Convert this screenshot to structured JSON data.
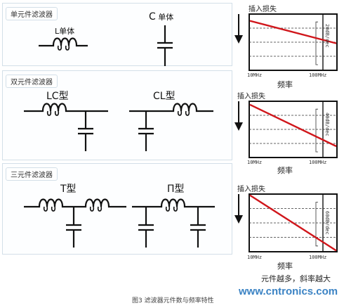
{
  "sections": {
    "single": {
      "title": "单元件滤波器",
      "l_label": "L单体",
      "c_label_letter": "C",
      "c_label_text": "单体"
    },
    "double": {
      "title": "双元件滤波器",
      "lc_label": "LC型",
      "cl_label": "CL型"
    },
    "triple": {
      "title": "三元件滤波器",
      "t_label": "T型",
      "pi_label": "Π型"
    }
  },
  "charts": [
    {
      "ylabel": "插入损失",
      "xlabel": "频率",
      "x_start": "10MHz",
      "x_end": "100MHz",
      "slope": "20dB/dec",
      "line_start": 0.12,
      "line_end": 0.52
    },
    {
      "ylabel": "插入损失",
      "xlabel": "频率",
      "x_start": "10MHz",
      "x_end": "100MHz",
      "slope": "40dB/dec",
      "line_start": 0.06,
      "line_end": 0.8
    },
    {
      "ylabel": "插入损失",
      "xlabel": "频率",
      "x_start": "10MHz",
      "x_end": "100MHz",
      "slope": "60dB/dec",
      "line_start": 0.02,
      "line_end": 0.98
    }
  ],
  "note": "元件越多，斜率越大",
  "caption": "图3  滤波器元件数与频率特性",
  "watermark": "www.cntronics.com",
  "colors": {
    "curve": "#d0161b",
    "panel_border": "#d3dfe8",
    "watermark": "#3b83c4"
  }
}
